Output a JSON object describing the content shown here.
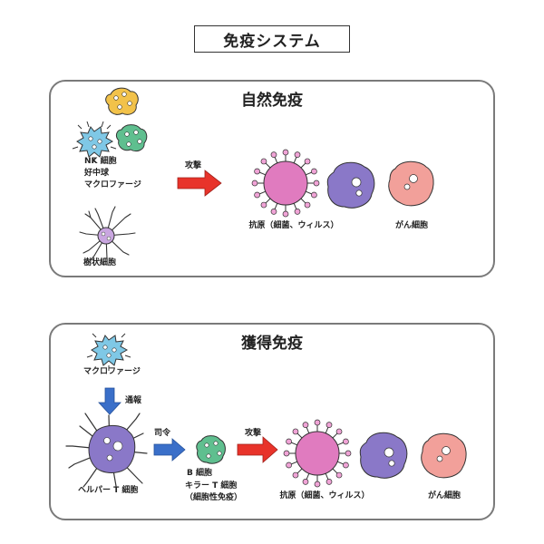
{
  "title": "免疫システム",
  "innate": {
    "title": "自然免疫",
    "cells_label": [
      "NK 細胞",
      "好中球",
      "マクロファージ"
    ],
    "dendritic_label": "樹状細胞",
    "attack_label": "攻撃",
    "antigen_label": "抗原（細菌、ウィルス）",
    "cancer_label": "がん細胞"
  },
  "acquired": {
    "title": "獲得免疫",
    "macrophage_label": "マクロファージ",
    "report_label": "通報",
    "helper_label": "ヘルパー T 細胞",
    "command_label": "司令",
    "b_label": "B 細胞",
    "killer_label": [
      "キラー T 細胞",
      "（細胞性免疫）"
    ],
    "attack_label": "攻撃",
    "antigen_label": "抗原（細菌、ウィルス）",
    "cancer_label": "がん細胞"
  },
  "colors": {
    "panel_border": "#7a7a7a",
    "attack_arrow": "#e8332a",
    "signal_arrow": "#3a6fc9",
    "antigen": "#e07bbf",
    "virus_cell": "#8a78c8",
    "cancer_cell": "#f2a09a",
    "nk_cell": "#f2c24a",
    "neutrophil": "#5fbf8f",
    "macrophage": "#7fc8e6",
    "dendritic_cell": "#c9a6e0"
  }
}
